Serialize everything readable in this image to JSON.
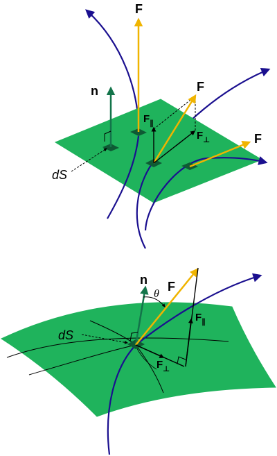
{
  "colors": {
    "surface": "#1fb35c",
    "patch": "#0e5a34",
    "field_line": "#1a0f8f",
    "force": "#f0b400",
    "normal": "#13744a",
    "component": "#000000"
  },
  "top_figure": {
    "force_label": "F",
    "normal_label": "n",
    "area_label": "dS",
    "parallel_symbol": "F",
    "parallel_sub": "∥",
    "perp_symbol": "F",
    "perp_sub": "⊥"
  },
  "bottom_figure": {
    "force_label": "F",
    "normal_label": "n",
    "angle_label": "θ",
    "area_label": "dS",
    "parallel_symbol": "F",
    "parallel_sub": "∥",
    "perp_symbol": "F",
    "perp_sub": "⊥"
  }
}
